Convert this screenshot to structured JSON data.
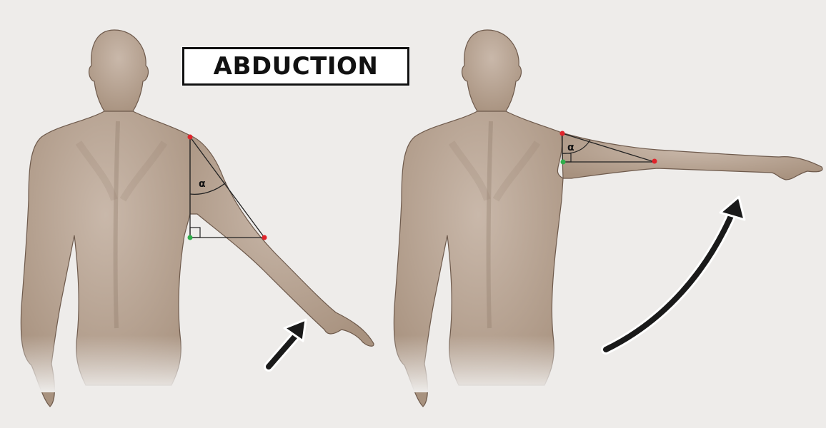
{
  "title": "ABDUCTION",
  "angle_symbol": "α",
  "colors": {
    "background": "#eeecea",
    "skin": "#b8a596",
    "skin_shadow": "#8f7a6b",
    "outline": "#6e5a4c",
    "title_border": "#111111",
    "arrow": "#1a1a1a",
    "vertex_red": "#e0242b",
    "vertex_green": "#2fae4a",
    "line": "#222222"
  },
  "panels": [
    {
      "name": "arm-lowered",
      "angle_label": "α"
    },
    {
      "name": "arm-raised",
      "angle_label": "α"
    }
  ]
}
